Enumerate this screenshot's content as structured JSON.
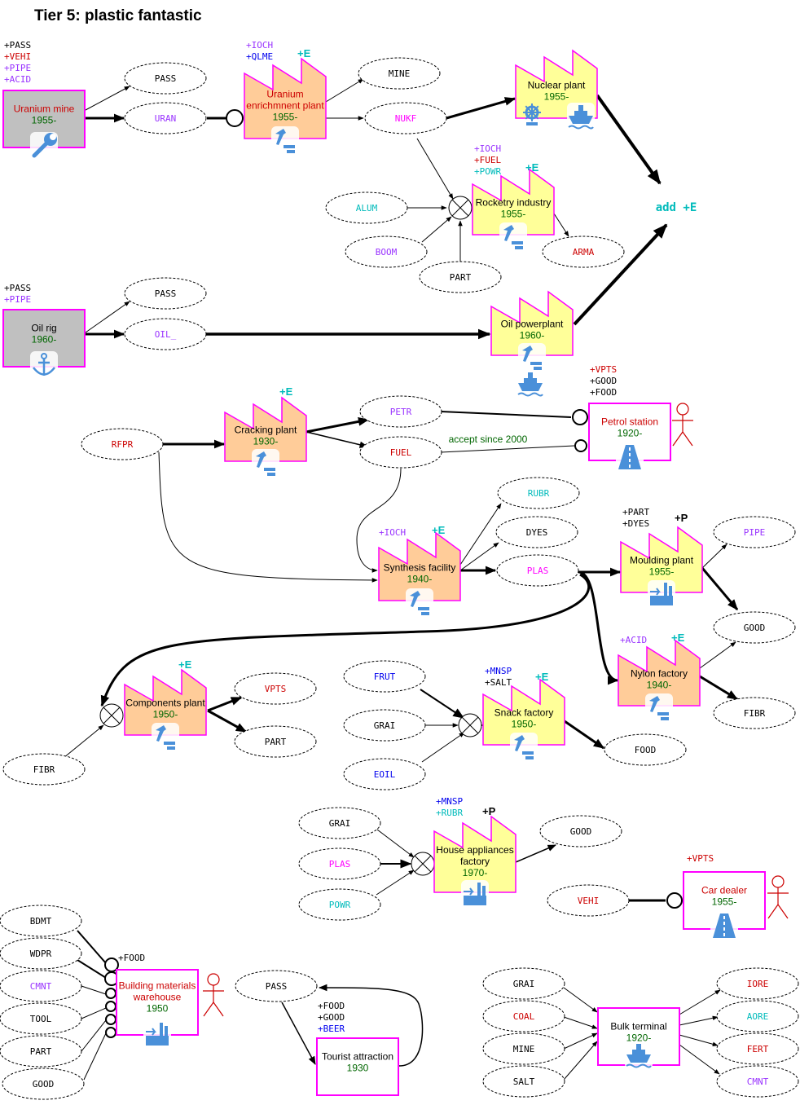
{
  "title": "Tier 5: plastic fantastic",
  "colors": {
    "title": "#ff00ff",
    "factory_yellow": "#ffff99",
    "factory_orange": "#ffcc99",
    "industry_border": "#ff00ff",
    "grey": "#c0c0c0",
    "icon_blue": "#4a90d9",
    "black": "#000000",
    "red": "#cc0000",
    "purple": "#9933ff",
    "cyan": "#00bbbb",
    "blue": "#0000ee",
    "magenta": "#ff00ff",
    "green": "#006600"
  },
  "add_e": "add +E",
  "accept_note": "accept since 2000",
  "nodes": [
    {
      "id": "uranium-mine",
      "kind": "rect",
      "fill": "grey",
      "lines": [
        {
          "t": "Uranium mine",
          "c": "red"
        },
        {
          "t": "1955-",
          "c": "green"
        }
      ],
      "icon": "wrench-icon",
      "mods": [
        {
          "t": "+PASS",
          "c": "black"
        },
        {
          "t": "+VEHI",
          "c": "red"
        },
        {
          "t": "+PIPE",
          "c": "purple"
        },
        {
          "t": "+ACID",
          "c": "purple"
        }
      ]
    },
    {
      "id": "uranium-enrichment-plant",
      "kind": "factory",
      "fill": "orange",
      "lines": [
        {
          "t": "Uranium",
          "c": "red"
        },
        {
          "t": "enrichmnent plant",
          "c": "red"
        },
        {
          "t": "1955-",
          "c": "green"
        }
      ],
      "icon": "hammer-icon",
      "mods": [
        {
          "t": "+IOCH",
          "c": "purple"
        },
        {
          "t": "+QLME",
          "c": "blue"
        }
      ],
      "bigmod": "+E"
    },
    {
      "id": "nuclear-plant",
      "kind": "factory",
      "fill": "yellow",
      "lines": [
        {
          "t": "Nuclear plant",
          "c": "black"
        },
        {
          "t": "1955-",
          "c": "green"
        }
      ],
      "icon": "ship-icon"
    },
    {
      "id": "rocketry-industry",
      "kind": "factory",
      "fill": "yellow",
      "lines": [
        {
          "t": "Rocketry industry",
          "c": "black"
        },
        {
          "t": "1955-",
          "c": "green"
        }
      ],
      "icon": "hammer-icon",
      "mods": [
        {
          "t": "+IOCH",
          "c": "purple"
        },
        {
          "t": "+FUEL",
          "c": "red"
        },
        {
          "t": "+POWR",
          "c": "cyan"
        }
      ],
      "bigmod": "+E"
    },
    {
      "id": "oil-rig",
      "kind": "rect",
      "fill": "grey",
      "lines": [
        {
          "t": "Oil rig",
          "c": "black"
        },
        {
          "t": "1960-",
          "c": "green"
        }
      ],
      "icon": "anchor-icon",
      "mods": [
        {
          "t": "+PASS",
          "c": "black"
        },
        {
          "t": "+PIPE",
          "c": "purple"
        }
      ]
    },
    {
      "id": "oil-powerplant",
      "kind": "factory",
      "fill": "yellow",
      "lines": [
        {
          "t": "Oil powerplant",
          "c": "black"
        },
        {
          "t": "1960-",
          "c": "green"
        }
      ],
      "icon": "hammer-icon"
    },
    {
      "id": "cracking-plant",
      "kind": "factory",
      "fill": "orange",
      "lines": [
        {
          "t": "Cracking plant",
          "c": "black"
        },
        {
          "t": "1930-",
          "c": "green"
        }
      ],
      "icon": "hammer-icon",
      "bigmod": "+E"
    },
    {
      "id": "petrol-station",
      "kind": "box",
      "lines": [
        {
          "t": "Petrol station",
          "c": "red"
        },
        {
          "t": "1920-",
          "c": "green"
        }
      ],
      "icon": "road-icon",
      "mods": [
        {
          "t": "+VPTS",
          "c": "red"
        },
        {
          "t": "+GOOD",
          "c": "black"
        },
        {
          "t": "+FOOD",
          "c": "black"
        }
      ],
      "person": true
    },
    {
      "id": "synthesis-facility",
      "kind": "factory",
      "fill": "orange",
      "lines": [
        {
          "t": "Synthesis facility",
          "c": "black"
        },
        {
          "t": "1940-",
          "c": "green"
        }
      ],
      "icon": "hammer-icon",
      "mods": [
        {
          "t": "+IOCH",
          "c": "purple"
        }
      ],
      "bigmod": "+E"
    },
    {
      "id": "moulding-plant",
      "kind": "factory",
      "fill": "yellow",
      "lines": [
        {
          "t": "Moulding plant",
          "c": "black"
        },
        {
          "t": "1955-",
          "c": "green"
        }
      ],
      "icon": "factory-icon",
      "mods": [
        {
          "t": "+PART",
          "c": "black"
        },
        {
          "t": "+DYES",
          "c": "black"
        }
      ],
      "bigmod": "+P"
    },
    {
      "id": "nylon-factory",
      "kind": "factory",
      "fill": "orange",
      "lines": [
        {
          "t": "Nylon factory",
          "c": "black"
        },
        {
          "t": "1940-",
          "c": "green"
        }
      ],
      "icon": "hammer-icon",
      "mods": [
        {
          "t": "+ACID",
          "c": "purple"
        }
      ],
      "bigmod": "+E"
    },
    {
      "id": "components-plant",
      "kind": "factory",
      "fill": "orange",
      "lines": [
        {
          "t": "Components plant",
          "c": "black"
        },
        {
          "t": "1950-",
          "c": "green"
        }
      ],
      "icon": "hammer-icon",
      "bigmod": "+E"
    },
    {
      "id": "snack-factory",
      "kind": "factory",
      "fill": "yellow",
      "lines": [
        {
          "t": "Snack factory",
          "c": "black"
        },
        {
          "t": "1950-",
          "c": "green"
        }
      ],
      "icon": "hammer-icon",
      "mods": [
        {
          "t": "+MNSP",
          "c": "blue"
        },
        {
          "t": "+SALT",
          "c": "black"
        }
      ],
      "bigmod": "+E"
    },
    {
      "id": "house-appliances-factory",
      "kind": "factory",
      "fill": "yellow",
      "lines": [
        {
          "t": "House appliances",
          "c": "black"
        },
        {
          "t": "factory",
          "c": "black"
        },
        {
          "t": "1970-",
          "c": "green"
        }
      ],
      "icon": "factory-icon",
      "mods": [
        {
          "t": "+MNSP",
          "c": "blue"
        },
        {
          "t": "+RUBR",
          "c": "cyan"
        }
      ],
      "bigmod": "+P"
    },
    {
      "id": "car-dealer",
      "kind": "box",
      "lines": [
        {
          "t": "Car dealer",
          "c": "red"
        },
        {
          "t": "1955-",
          "c": "green"
        }
      ],
      "icon": "road-icon",
      "mods": [
        {
          "t": "+VPTS",
          "c": "red"
        }
      ],
      "person": true
    },
    {
      "id": "building-materials-warehouse",
      "kind": "box",
      "lines": [
        {
          "t": "Building materials",
          "c": "red"
        },
        {
          "t": "warehouse",
          "c": "red"
        },
        {
          "t": "1950",
          "c": "green"
        }
      ],
      "icon": "factory-icon",
      "mods": [
        {
          "t": "+FOOD",
          "c": "black"
        }
      ],
      "person": true
    },
    {
      "id": "tourist-attraction",
      "kind": "box",
      "lines": [
        {
          "t": "Tourist attraction",
          "c": "black"
        },
        {
          "t": "1930",
          "c": "green"
        }
      ],
      "mods": [
        {
          "t": "+FOOD",
          "c": "black"
        },
        {
          "t": "+GOOD",
          "c": "black"
        },
        {
          "t": "+BEER",
          "c": "blue"
        }
      ]
    },
    {
      "id": "bulk-terminal",
      "kind": "box",
      "lines": [
        {
          "t": "Bulk terminal",
          "c": "black"
        },
        {
          "t": "1920-",
          "c": "green"
        }
      ],
      "icon": "ship-icon"
    }
  ],
  "cargos": [
    {
      "id": "c-pass-1",
      "t": "PASS",
      "c": "black"
    },
    {
      "id": "c-uran",
      "t": "URAN",
      "c": "purple"
    },
    {
      "id": "c-mine-1",
      "t": "MINE",
      "c": "black"
    },
    {
      "id": "c-nukf",
      "t": "NUKF",
      "c": "magenta"
    },
    {
      "id": "c-alum",
      "t": "ALUM",
      "c": "cyan"
    },
    {
      "id": "c-boom",
      "t": "BOOM",
      "c": "purple"
    },
    {
      "id": "c-part-1",
      "t": "PART",
      "c": "black"
    },
    {
      "id": "c-arma",
      "t": "ARMA",
      "c": "red"
    },
    {
      "id": "c-pass-2",
      "t": "PASS",
      "c": "black"
    },
    {
      "id": "c-oil",
      "t": "OIL_",
      "c": "purple"
    },
    {
      "id": "c-rfpr",
      "t": "RFPR",
      "c": "red"
    },
    {
      "id": "c-petr",
      "t": "PETR",
      "c": "purple"
    },
    {
      "id": "c-fuel",
      "t": "FUEL",
      "c": "red"
    },
    {
      "id": "c-rubr",
      "t": "RUBR",
      "c": "cyan"
    },
    {
      "id": "c-dyes",
      "t": "DYES",
      "c": "black"
    },
    {
      "id": "c-plas",
      "t": "PLAS",
      "c": "magenta"
    },
    {
      "id": "c-pipe",
      "t": "PIPE",
      "c": "purple"
    },
    {
      "id": "c-good-1",
      "t": "GOOD",
      "c": "black"
    },
    {
      "id": "c-fibr-1",
      "t": "FIBR",
      "c": "black"
    },
    {
      "id": "c-vpts",
      "t": "VPTS",
      "c": "red"
    },
    {
      "id": "c-part-2",
      "t": "PART",
      "c": "black"
    },
    {
      "id": "c-fibr-2",
      "t": "FIBR",
      "c": "black"
    },
    {
      "id": "c-frut",
      "t": "FRUT",
      "c": "blue"
    },
    {
      "id": "c-grai-1",
      "t": "GRAI",
      "c": "black"
    },
    {
      "id": "c-eoil",
      "t": "EOIL",
      "c": "blue"
    },
    {
      "id": "c-food",
      "t": "FOOD",
      "c": "black"
    },
    {
      "id": "c-grai-2",
      "t": "GRAI",
      "c": "black"
    },
    {
      "id": "c-plas-2",
      "t": "PLAS",
      "c": "magenta"
    },
    {
      "id": "c-powr",
      "t": "POWR",
      "c": "cyan"
    },
    {
      "id": "c-good-2",
      "t": "GOOD",
      "c": "black"
    },
    {
      "id": "c-vehi",
      "t": "VEHI",
      "c": "red"
    },
    {
      "id": "c-bdmt",
      "t": "BDMT",
      "c": "black"
    },
    {
      "id": "c-wdpr",
      "t": "WDPR",
      "c": "black"
    },
    {
      "id": "c-cmnt-1",
      "t": "CMNT",
      "c": "purple"
    },
    {
      "id": "c-tool",
      "t": "TOOL",
      "c": "black"
    },
    {
      "id": "c-part-3",
      "t": "PART",
      "c": "black"
    },
    {
      "id": "c-good-3",
      "t": "GOOD",
      "c": "black"
    },
    {
      "id": "c-pass-3",
      "t": "PASS",
      "c": "black"
    },
    {
      "id": "c-grai-3",
      "t": "GRAI",
      "c": "black"
    },
    {
      "id": "c-coal",
      "t": "COAL",
      "c": "red"
    },
    {
      "id": "c-mine-2",
      "t": "MINE",
      "c": "black"
    },
    {
      "id": "c-salt",
      "t": "SALT",
      "c": "black"
    },
    {
      "id": "c-iore",
      "t": "IORE",
      "c": "red"
    },
    {
      "id": "c-aore",
      "t": "AORE",
      "c": "cyan"
    },
    {
      "id": "c-fert",
      "t": "FERT",
      "c": "red"
    },
    {
      "id": "c-cmnt-2",
      "t": "CMNT",
      "c": "purple"
    }
  ]
}
